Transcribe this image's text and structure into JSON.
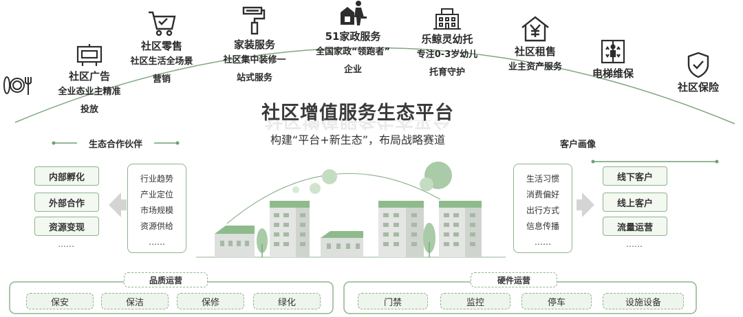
{
  "center": {
    "title": "社区增值服务生态平台",
    "subtitle": "构建“平台+新生态”，布局战略赛道"
  },
  "services": [
    {
      "title": "社区广告",
      "desc": [
        "全业态业主精准",
        "投放"
      ],
      "icon": "billboard-icon"
    },
    {
      "title": "社区零售",
      "desc": [
        "社区生活全场景",
        "营销"
      ],
      "icon": "shopping-cart-icon"
    },
    {
      "title": "家装服务",
      "desc": [
        "社区集中装修一",
        "站式服务"
      ],
      "icon": "paint-roller-icon"
    },
    {
      "title": "51家政服务",
      "desc": [
        "全国家政“领跑者”",
        "企业"
      ],
      "icon": "housekeeping-icon"
    },
    {
      "title": "乐鲸灵幼托",
      "desc": [
        "专注0-3岁幼儿",
        "托育守护"
      ],
      "icon": "nursery-building-icon"
    },
    {
      "title": "社区租售",
      "desc": [
        "业主资产服务"
      ],
      "icon": "house-yen-icon"
    },
    {
      "title": "电梯维保",
      "desc": [],
      "icon": "elevator-icon"
    },
    {
      "title": "社区保险",
      "desc": [],
      "icon": "shield-check-icon"
    }
  ],
  "left": {
    "heading": "生态合作伙伴",
    "pills": [
      "内部孵化",
      "外部合作",
      "资源变现"
    ],
    "more": "……",
    "list": [
      "行业趋势",
      "产业定位",
      "市场规模",
      "资源供给",
      "……"
    ]
  },
  "right": {
    "heading": "客户画像",
    "pills": [
      "线下客户",
      "线上客户",
      "流量运营"
    ],
    "more": "……",
    "list": [
      "生活习惯",
      "消费偏好",
      "出行方式",
      "信息传播",
      "……"
    ]
  },
  "bottom": {
    "quality": {
      "label": "品质运营",
      "items": [
        "保安",
        "保洁",
        "保修",
        "绿化"
      ]
    },
    "hardware": {
      "label": "硬件运营",
      "items": [
        "门禁",
        "监控",
        "停车",
        "设施设备"
      ]
    }
  },
  "colors": {
    "accent": "#6f9f6f",
    "pill_border": "#8db38d",
    "pill_fill": "#f3f8f1",
    "icon": "#2d2d2d"
  }
}
